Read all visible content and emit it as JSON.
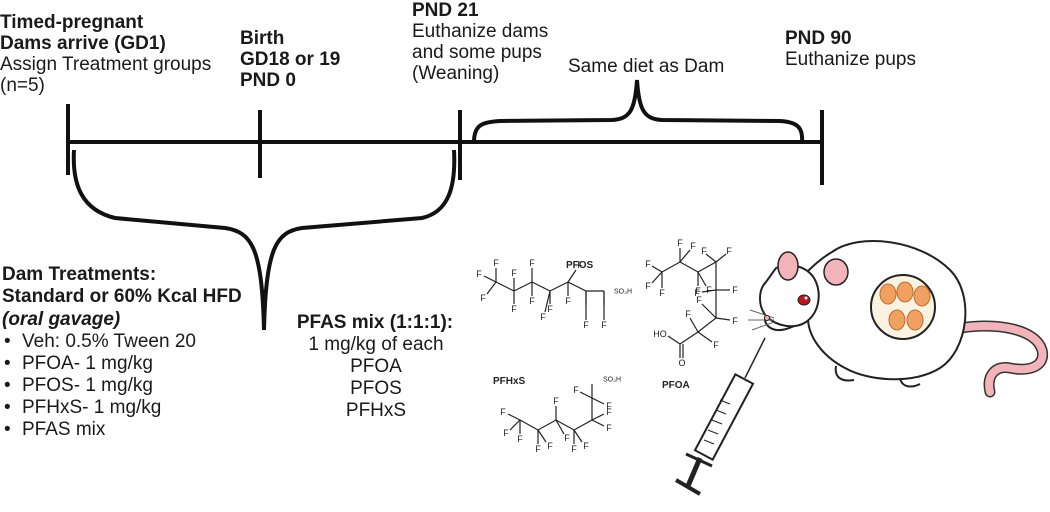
{
  "timeline": {
    "gd1": {
      "line1": "Timed-pregnant",
      "line2": "Dams arrive (GD1)",
      "line3": "Assign Treatment groups",
      "line4": "(n=5)"
    },
    "birth": {
      "line1": "Birth",
      "line2": "GD18 or 19",
      "line3": "PND 0"
    },
    "pnd21": {
      "line1": "PND 21",
      "line2": "Euthanize dams",
      "line3": "and some pups",
      "line4": "(Weaning)"
    },
    "diet_note": "Same diet as Dam",
    "pnd90": {
      "line1": "PND 90",
      "line2": "Euthanize pups"
    }
  },
  "dam_treatments": {
    "title1": "Dam Treatments:",
    "title2": "Standard or 60% Kcal HFD",
    "route": "(oral gavage)",
    "items": [
      "Veh: 0.5% Tween 20",
      "PFOA- 1 mg/kg",
      "PFOS- 1 mg/kg",
      "PFHxS- 1 mg/kg",
      "PFAS mix"
    ]
  },
  "pfas_mix": {
    "title": "PFAS mix (1:1:1):",
    "line1": "1 mg/kg of each",
    "line2": "PFOA",
    "line3": "PFOS",
    "line4": "PFHxS"
  },
  "structures": {
    "pfos_label": "PFOS",
    "pfoa_label": "PFOA",
    "pfhxs_label": "PFHxS",
    "atom_f": "F",
    "so3h": "SO₃H",
    "ho": "HO",
    "o": "O"
  },
  "colors": {
    "line": "#111111",
    "mouse_ear": "#f2b3b9",
    "mouse_eye": "#c0141c",
    "pup": "#f0a060",
    "uterus": "#fbf3e2"
  }
}
